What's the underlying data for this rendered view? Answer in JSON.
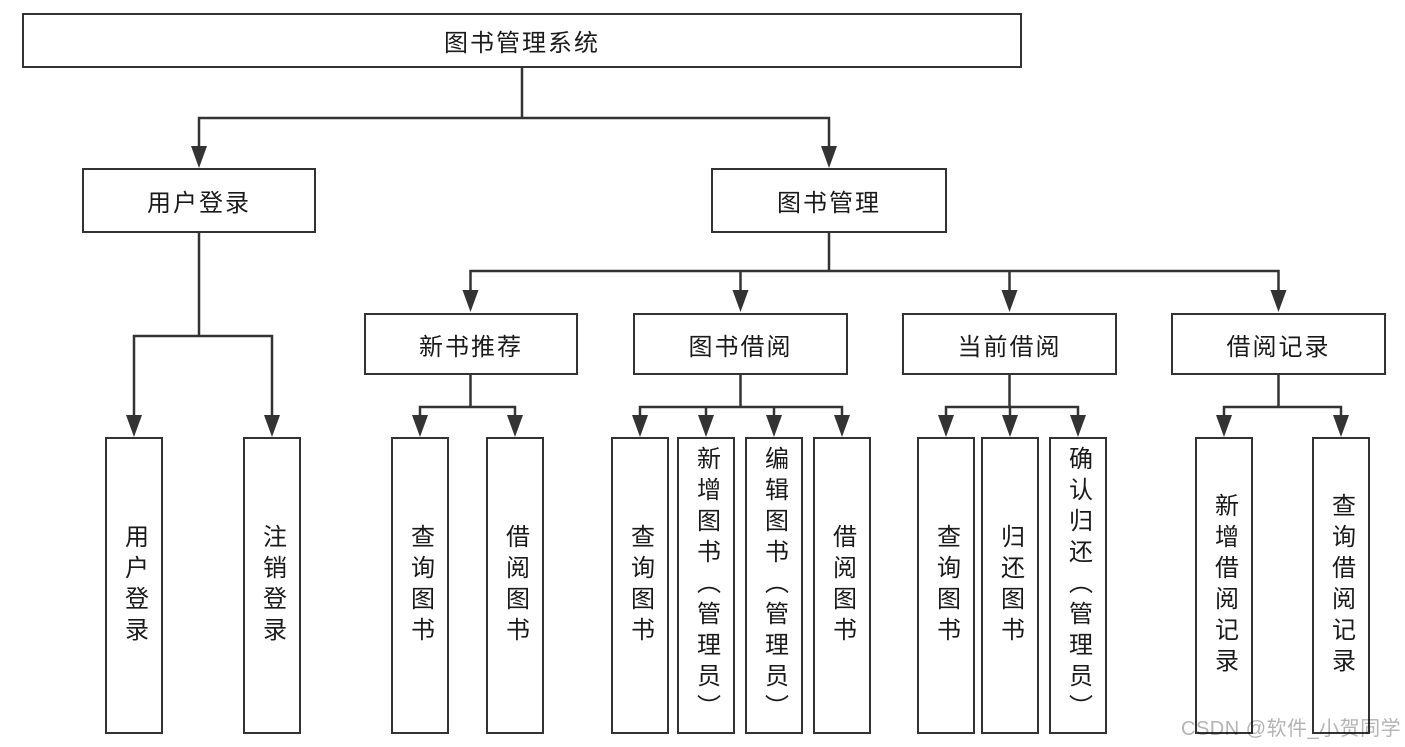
{
  "root": {
    "label": "图书管理系统"
  },
  "branches": [
    {
      "label": "用户登录",
      "children": [
        {
          "label": "用户登录"
        },
        {
          "label": "注销登录"
        }
      ]
    },
    {
      "label": "图书管理",
      "children": [
        {
          "label": "新书推荐",
          "children": [
            {
              "label": "查询图书"
            },
            {
              "label": "借阅图书"
            }
          ]
        },
        {
          "label": "图书借阅",
          "children": [
            {
              "label": "查询图书"
            },
            {
              "label": "新增图书（管理员）"
            },
            {
              "label": "编辑图书（管理员）"
            },
            {
              "label": "借阅图书"
            }
          ]
        },
        {
          "label": "当前借阅",
          "children": [
            {
              "label": "查询图书"
            },
            {
              "label": "归还图书"
            },
            {
              "label": "确认归还（管理员）"
            }
          ]
        },
        {
          "label": "借阅记录",
          "children": [
            {
              "label": "新增借阅记录"
            },
            {
              "label": "查询借阅记录"
            }
          ]
        }
      ]
    }
  ],
  "watermark": {
    "text": "CSDN @软件_小贺同学"
  },
  "colors": {
    "line": "#333333",
    "box_border": "#333333",
    "text": "#1a1a1a",
    "background": "#ffffff",
    "watermark": "#b4b4b4"
  }
}
